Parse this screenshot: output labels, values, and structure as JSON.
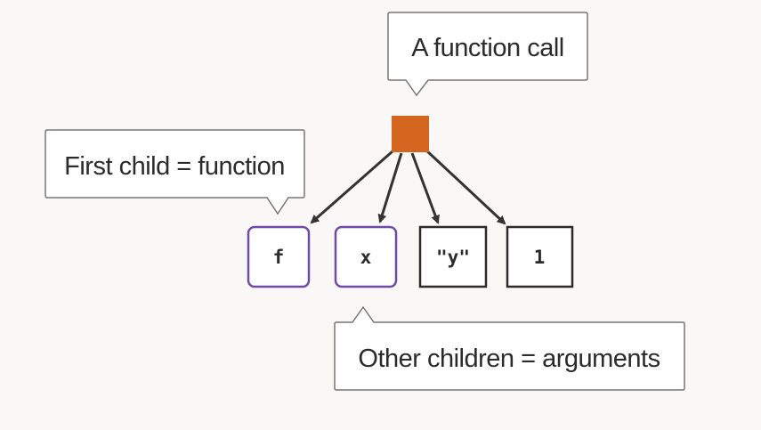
{
  "callouts": {
    "root": "A function call",
    "first": "First child = function",
    "others": "Other children = arguments"
  },
  "children": [
    {
      "label": "f",
      "role": "function"
    },
    {
      "label": "x",
      "role": "argument"
    },
    {
      "label": "\"y\"",
      "role": "argument"
    },
    {
      "label": "1",
      "role": "argument"
    }
  ],
  "colors": {
    "root_node": "#d4651f",
    "highlight_border": "#6f4aa8",
    "default_border": "#2b2b2b",
    "arrow": "#333333",
    "callout_border": "#777777",
    "callout_fill": "#ffffff",
    "background": "#faf8f6"
  }
}
